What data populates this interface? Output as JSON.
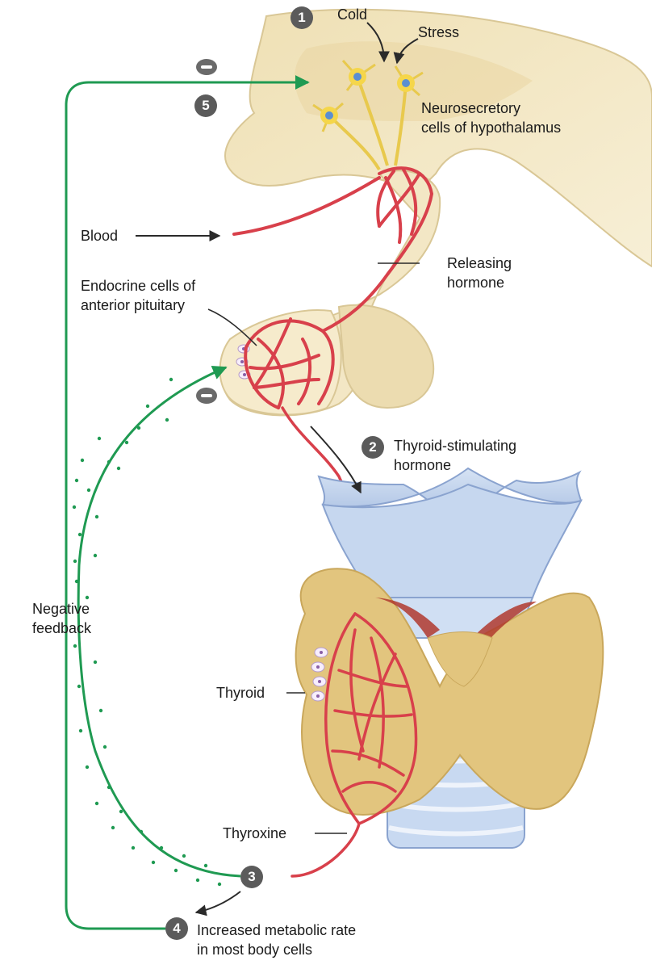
{
  "steps": {
    "s1": "1",
    "s2": "2",
    "s3": "3",
    "s4": "4",
    "s5": "5"
  },
  "labels": {
    "cold": "Cold",
    "stress": "Stress",
    "neurosecretory": "Neurosecretory\ncells of hypothalamus",
    "blood": "Blood",
    "releasing_hormone": "Releasing\nhormone",
    "endocrine_cells": "Endocrine cells of\nanterior pituitary",
    "tsh": "Thyroid-stimulating\nhormone",
    "negative_feedback": "Negative\nfeedback",
    "thyroid": "Thyroid",
    "thyroxine": "Thyroxine",
    "metabolic_rate": "Increased metabolic rate\nin most body cells"
  },
  "colors": {
    "feedback_green": "#1f9a52",
    "vessel_red": "#d8404b",
    "brain_tissue": "#f2e6c2",
    "thyroid_gland": "#e2c57e",
    "cartilage_blue": "#b9cdea"
  }
}
